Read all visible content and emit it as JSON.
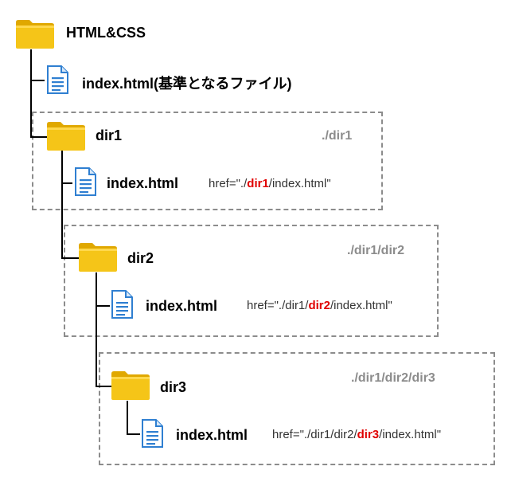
{
  "root": {
    "label": "HTML&CSS"
  },
  "base_file": {
    "label": "index.html(基準となるファイル)"
  },
  "dir1": {
    "label": "dir1",
    "path": "./dir1",
    "file_label": "index.html",
    "href_before": "href=\"./",
    "href_highlight": "dir1",
    "href_after": "/index.html\""
  },
  "dir2": {
    "label": "dir2",
    "path": "./dir1/dir2",
    "file_label": "index.html",
    "href_before": "href=\"./dir1/",
    "href_highlight": "dir2",
    "href_after": "/index.html\""
  },
  "dir3": {
    "label": "dir3",
    "path": "./dir1/dir2/dir3",
    "file_label": "index.html",
    "href_before": "href=\"./dir1/dir2/",
    "href_highlight": "dir3",
    "href_after": "/index.html\""
  },
  "colors": {
    "folder": "#f5c518",
    "folder_dark": "#e0a800",
    "file": "#2f7fd1",
    "highlight": "#e00000",
    "dashed_border": "#8c8c8c"
  }
}
